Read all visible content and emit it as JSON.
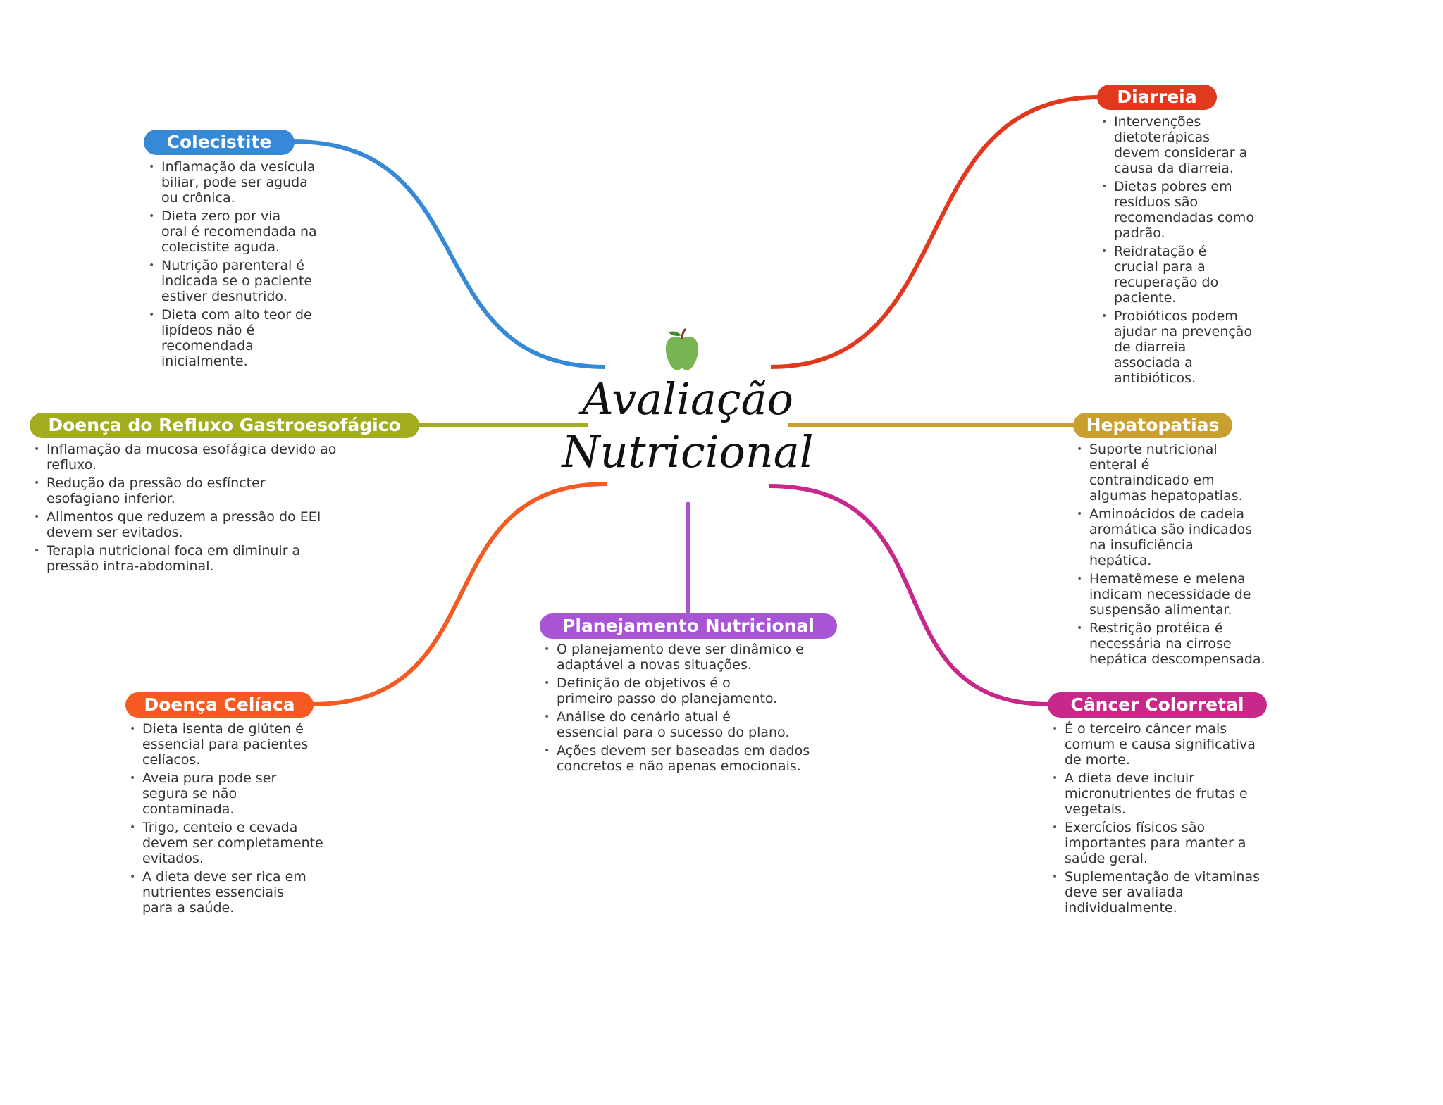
{
  "center": {
    "title_line1": "Avaliação",
    "title_line2": "Nutricional",
    "icon": "apple-icon"
  },
  "colors": {
    "colecistite": "#3589d6",
    "diarreia": "#e1391e",
    "drge": "#a1ad1f",
    "hepatopatias": "#c9a02f",
    "celiaca": "#f45a22",
    "planejamento": "#a855d4",
    "cancer": "#c8288a"
  },
  "branches": {
    "colecistite": {
      "label": "Colecistite",
      "items": [
        "Inflamação da vesícula\nbiliar, pode ser aguda\nou crônica.",
        "Dieta zero por via\noral é recomendada na\ncolecistite aguda.",
        "Nutrição parenteral é\nindicada se o paciente\nestiver desnutrido.",
        "Dieta com alto teor de\nlipídeos não é\nrecomendada\ninicialmente."
      ]
    },
    "diarreia": {
      "label": "Diarreia",
      "items": [
        "Intervenções\ndietoterápicas\ndevem considerar a\ncausa da diarreia.",
        "Dietas pobres em\nresíduos são\nrecomendadas como\npadrão.",
        "Reidratação é\ncrucial para a\nrecuperação do\npaciente.",
        "Probióticos podem\najudar na prevenção\nde diarreia\nassociada a\nantibióticos."
      ]
    },
    "drge": {
      "label": "Doença do Refluxo Gastroesofágico",
      "items": [
        "Inflamação da mucosa esofágica devido ao\nrefluxo.",
        "Redução da pressão do esfíncter\nesofagiano inferior.",
        "Alimentos que reduzem a pressão do EEI\ndevem ser evitados.",
        "Terapia nutricional foca em diminuir a\npressão intra-abdominal."
      ]
    },
    "hepatopatias": {
      "label": "Hepatopatias",
      "items": [
        "Suporte nutricional\nenteral é\ncontraindicado em\nalgumas hepatopatias.",
        "Aminoácidos de cadeia\naromática são indicados\nna insuficiência\nhepática.",
        "Hematêmese e melena\nindicam necessidade de\nsuspensão alimentar.",
        "Restrição protéica é\nnecessária na cirrose\nhepática descompensada."
      ]
    },
    "celiaca": {
      "label": "Doença Celíaca",
      "items": [
        "Dieta isenta de glúten é\nessencial para pacientes\ncelíacos.",
        "Aveia pura pode ser\nsegura se não\ncontaminada.",
        "Trigo, centeio e cevada\ndevem ser completamente\nevitados.",
        "A dieta deve ser rica em\nnutrientes essenciais\npara a saúde."
      ]
    },
    "planejamento": {
      "label": "Planejamento Nutricional",
      "items": [
        "O planejamento deve ser dinâmico e\nadaptável a novas situações.",
        "Definição de objetivos é o\nprimeiro passo do planejamento.",
        "Análise do cenário atual é\nessencial para o sucesso do plano.",
        "Ações devem ser baseadas em dados\nconcretos e não apenas emocionais."
      ]
    },
    "cancer": {
      "label": "Câncer Colorretal",
      "items": [
        "É o terceiro câncer mais\ncomum e causa significativa\nde morte.",
        "A dieta deve incluir\nmicronutrientes de frutas e\nvegetais.",
        "Exercícios físicos são\nimportantes para manter a\nsaúde geral.",
        "Suplementação de vitaminas\ndeve ser avaliada\nindividualmente."
      ]
    }
  }
}
